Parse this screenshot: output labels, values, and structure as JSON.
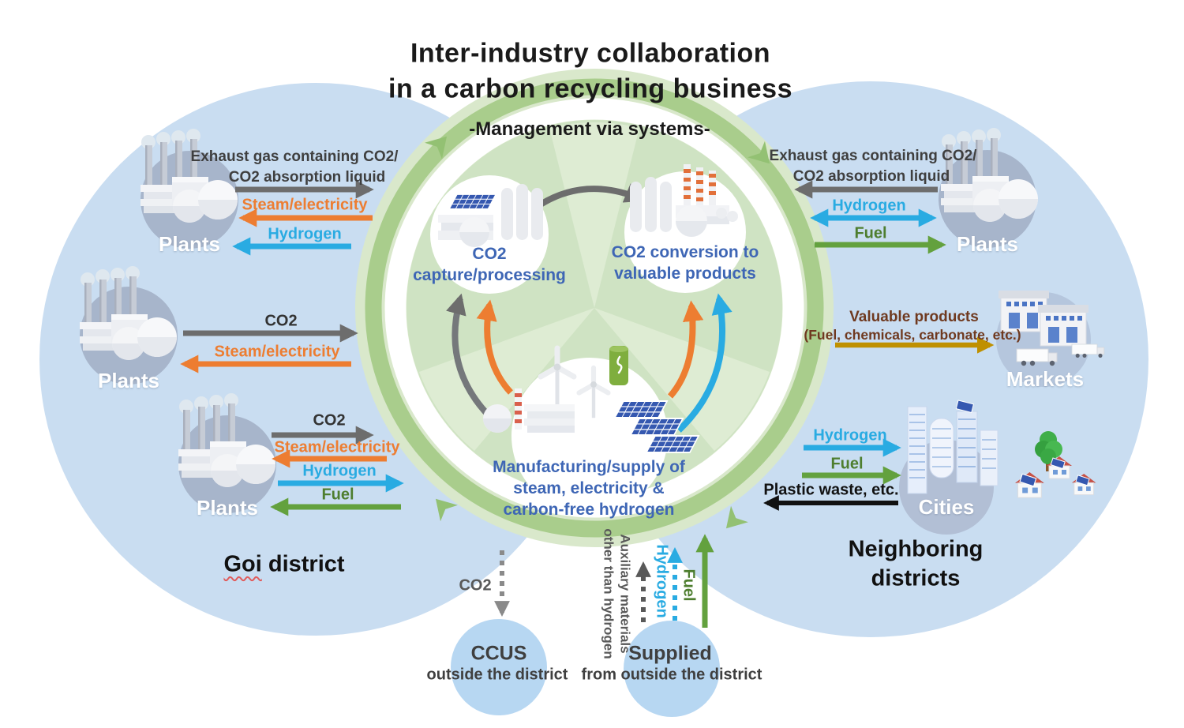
{
  "title": {
    "line1": "Inter-industry collaboration",
    "line2": "in a carbon recycling business",
    "subtitle": "-Management via systems-"
  },
  "center_nodes": {
    "capture_line1": "CO2",
    "capture_line2": "capture/processing",
    "conversion_line1": "CO2 conversion to",
    "conversion_line2": "valuable products",
    "manufacturing_line1": "Manufacturing/supply of",
    "manufacturing_line2": "steam, electricity &",
    "manufacturing_line3": "carbon-free hydrogen"
  },
  "labels": {
    "plants": "Plants",
    "markets": "Markets",
    "cities": "Cities",
    "co2": "CO2",
    "steam_electricity": "Steam/electricity",
    "hydrogen": "Hydrogen",
    "fuel": "Fuel",
    "exhaust_line1": "Exhaust gas containing CO2/",
    "exhaust_line2": "CO2 absorption liquid",
    "valuable_products": "Valuable products",
    "valuable_products_detail": "(Fuel, chemicals, carbonate, etc.)",
    "plastic_waste": "Plastic waste, etc.",
    "auxiliary_line1": "Auxiliary materials",
    "auxiliary_line2": "other than hydrogen"
  },
  "districts": {
    "goi_word": "Goi",
    "goi_rest": " district",
    "neighboring_line1": "Neighboring",
    "neighboring_line2": "districts"
  },
  "outside": {
    "ccus_title": "CCUS",
    "ccus_sub": "outside the district",
    "supplied_title": "Supplied",
    "supplied_sub": "from outside the district"
  },
  "colors": {
    "district_blue": "#c9ddf1",
    "ring_green": "#a9cd8c",
    "inner_green": "#cfe3c3",
    "pale_green": "#d9e8cb",
    "co2_gray": "#6d6d6d",
    "steam_orange": "#ed7d31",
    "hydrogen_blue": "#29abe2",
    "fuel_green": "#63a13e",
    "valuable_gold": "#bf9000",
    "plastic_black": "#111111",
    "node_text_blue": "#3e66b5",
    "entity_circle_blue_gray": "#a7b5cb",
    "outside_circle_blue": "#b7d7f2"
  }
}
